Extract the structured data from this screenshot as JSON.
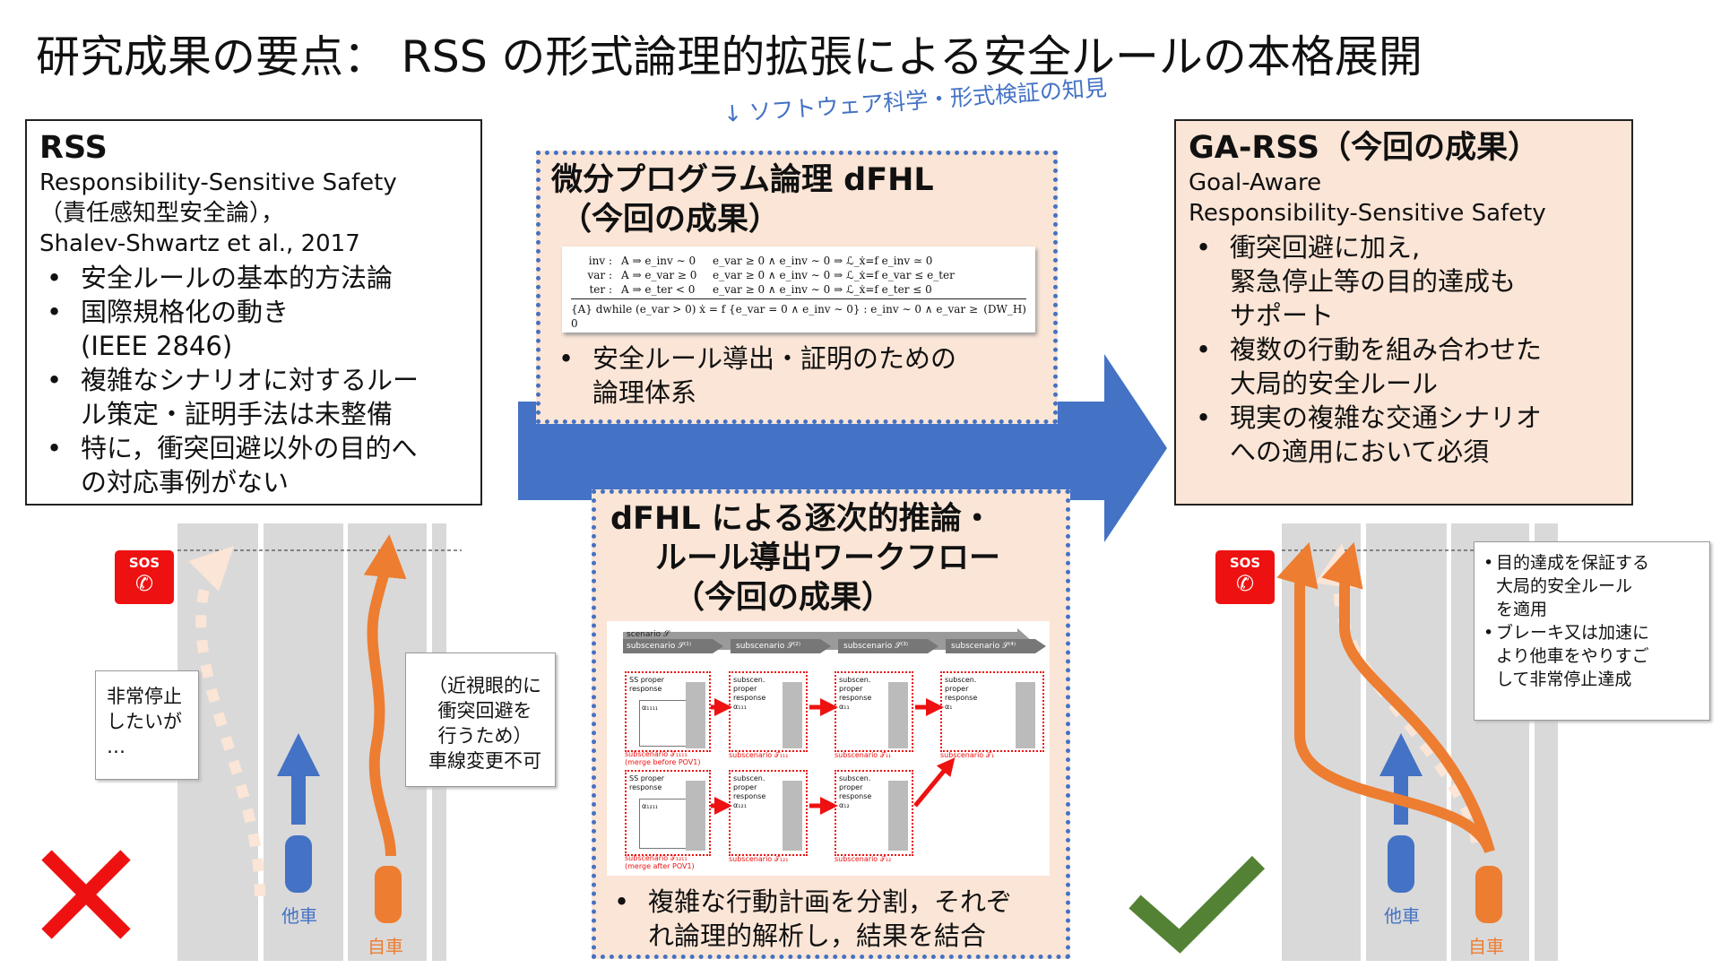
{
  "title": "研究成果の要点： RSS の形式論理的拡張による安全ルールの本格展開",
  "colors": {
    "blue": "#4472c4",
    "orange": "#ed7d31",
    "peach": "#fbe5d6",
    "red": "#ee1111",
    "green": "#548235",
    "road": "#d9d9d9"
  },
  "note_top": "↓ ソフトウェア科学・形式検証の知見",
  "rss": {
    "heading": "RSS",
    "lines": [
      "Responsibility-Sensitive Safety",
      "（責任感知型安全論），",
      "Shalev-Shwartz et al., 2017"
    ],
    "bullets": [
      [
        "安全ルールの基本的方法論"
      ],
      [
        "国際規格化の動き",
        "(IEEE 2846)"
      ],
      [
        "複雑なシナリオに対するルー",
        "ル策定・証明手法は未整備"
      ],
      [
        "特に，衝突回避以外の目的へ",
        "の対応事例がない"
      ]
    ]
  },
  "dfhl": {
    "heading_lines": [
      "微分プログラム論理 dFHL",
      "（今回の成果）"
    ],
    "formula": {
      "rows": [
        [
          "inv :",
          "A ⇒ e_inv ∼ 0",
          "e_var ≥ 0 ∧ e_inv ∼ 0 ⇒ ℒ_ẋ=f e_inv ≃ 0"
        ],
        [
          "var :",
          "A ⇒ e_var ≥ 0",
          "e_var ≥ 0 ∧ e_inv ∼ 0 ⇒ ℒ_ẋ=f e_var ≤ e_ter"
        ],
        [
          "ter :",
          "A ⇒ e_ter < 0",
          "e_var ≥ 0 ∧ e_inv ∼ 0 ⇒ ℒ_ẋ=f e_ter ≤ 0"
        ]
      ],
      "conclusion": "{A} dwhile (e_var > 0) ẋ = f {e_var = 0 ∧ e_inv ∼ 0} : e_inv ∼ 0 ∧ e_var ≥ 0",
      "rule_name": "(DW_H)"
    },
    "bullet_lines": [
      "安全ルール導出・証明のための",
      "論理体系"
    ]
  },
  "workflow": {
    "heading_lines": [
      "dFHL による逐次的推論・",
      "ルール導出ワークフロー",
      "（今回の成果）"
    ],
    "diagram": {
      "scenario": "scenario 𝒮",
      "subscenarios": [
        "subscenario 𝒮⁽¹⁾",
        "subscenario 𝒮⁽²⁾",
        "subscenario 𝒮⁽³⁾",
        "subscenario 𝒮⁽⁴⁾"
      ],
      "card_ss": [
        "SS proper",
        "response"
      ],
      "card_sub": [
        "subscen.",
        "proper",
        "response"
      ],
      "row1_alphas": [
        "α₁₁₁₁",
        "α₁₁₁",
        "α₁₁",
        "α₁"
      ],
      "row2_alphas": [
        "α₁₂₁₁",
        "α₁₂₁",
        "α₁₂"
      ],
      "row1_labels": [
        "subscenario 𝒯₁₁₁₁",
        "subscenario 𝒯₁₁₁",
        "subscenario 𝒯₁₁",
        "subscenario 𝒯₁"
      ],
      "row2_labels": [
        "subscenario 𝒯₁₂₁₁",
        "subscenario 𝒯₁₂₁",
        "subscenario 𝒯₁₂"
      ],
      "row1_sub": "(merge before POV1)",
      "row2_sub": "(merge after POV1)"
    },
    "bullet_lines": [
      "複雑な行動計画を分割，それぞ",
      "れ論理的解析し，結果を結合"
    ]
  },
  "garss": {
    "heading": "GA-RSS（今回の成果）",
    "lines": [
      "Goal-Aware",
      "Responsibility-Sensitive Safety"
    ],
    "bullets": [
      [
        "衝突回避に加え,",
        "緊急停止等の目的達成も",
        "サポート"
      ],
      [
        "複数の行動を組み合わせた",
        "大局的安全ルール"
      ],
      [
        "現実の複雑な交通シナリオ",
        "への適用において必須"
      ]
    ]
  },
  "left_scene": {
    "sos": "SOS",
    "callout_emergency": [
      "非常停止",
      "したいが",
      "…"
    ],
    "callout_lane": [
      "（近視眼的に",
      "衝突回避を",
      "行うため）",
      "車線変更不可"
    ],
    "other_car": "他車",
    "own_car": "自車"
  },
  "right_scene": {
    "sos": "SOS",
    "callout_items": [
      [
        "目的達成を保証する",
        "大局的安全ルール",
        "を適用"
      ],
      [
        "ブレーキ又は加速に",
        "より他車をやりすご",
        "して非常停止達成"
      ]
    ],
    "other_car": "他車",
    "own_car": "自車"
  }
}
